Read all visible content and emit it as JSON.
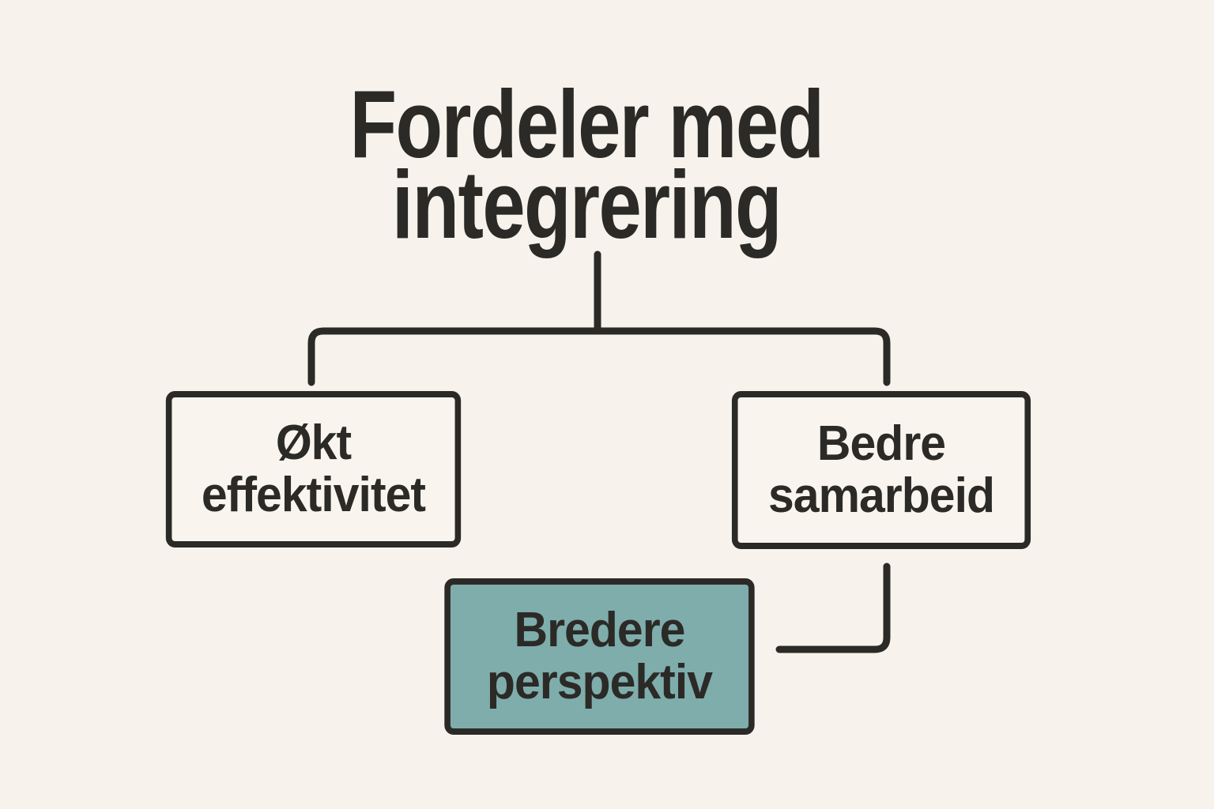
{
  "title": {
    "line1": "Fordeler med",
    "line2": "integrering"
  },
  "boxes": {
    "left": {
      "line1": "Økt",
      "line2": "effektivitet"
    },
    "right": {
      "line1": "Bedre",
      "line2": "samarbeid"
    },
    "bottom": {
      "line1": "Bredere",
      "line2": "perspektiv"
    }
  },
  "connectors": {
    "stem": "vertical line from title to branch",
    "branch": "horizontal branch with rounded corners dropping to both boxes",
    "elbow": "elbow from Bedre samarbeid down-left toward Bredere perspektiv"
  },
  "colors": {
    "background": "#f7f3ec",
    "ink": "#2b2a27",
    "box_fill": "#f9f5ee",
    "accent_fill": "#7eadac"
  }
}
